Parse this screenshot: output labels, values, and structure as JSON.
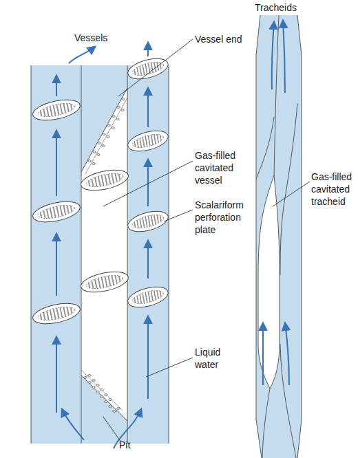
{
  "diagram": {
    "labels": [
      "Vessels",
      "Tracheids",
      "Vessel end",
      "Gas-filled cavitated vessel",
      "Scalariform perforation plate",
      "Liquid water",
      "Pit",
      "Gas-filled cavitated tracheid"
    ]
  }
}
